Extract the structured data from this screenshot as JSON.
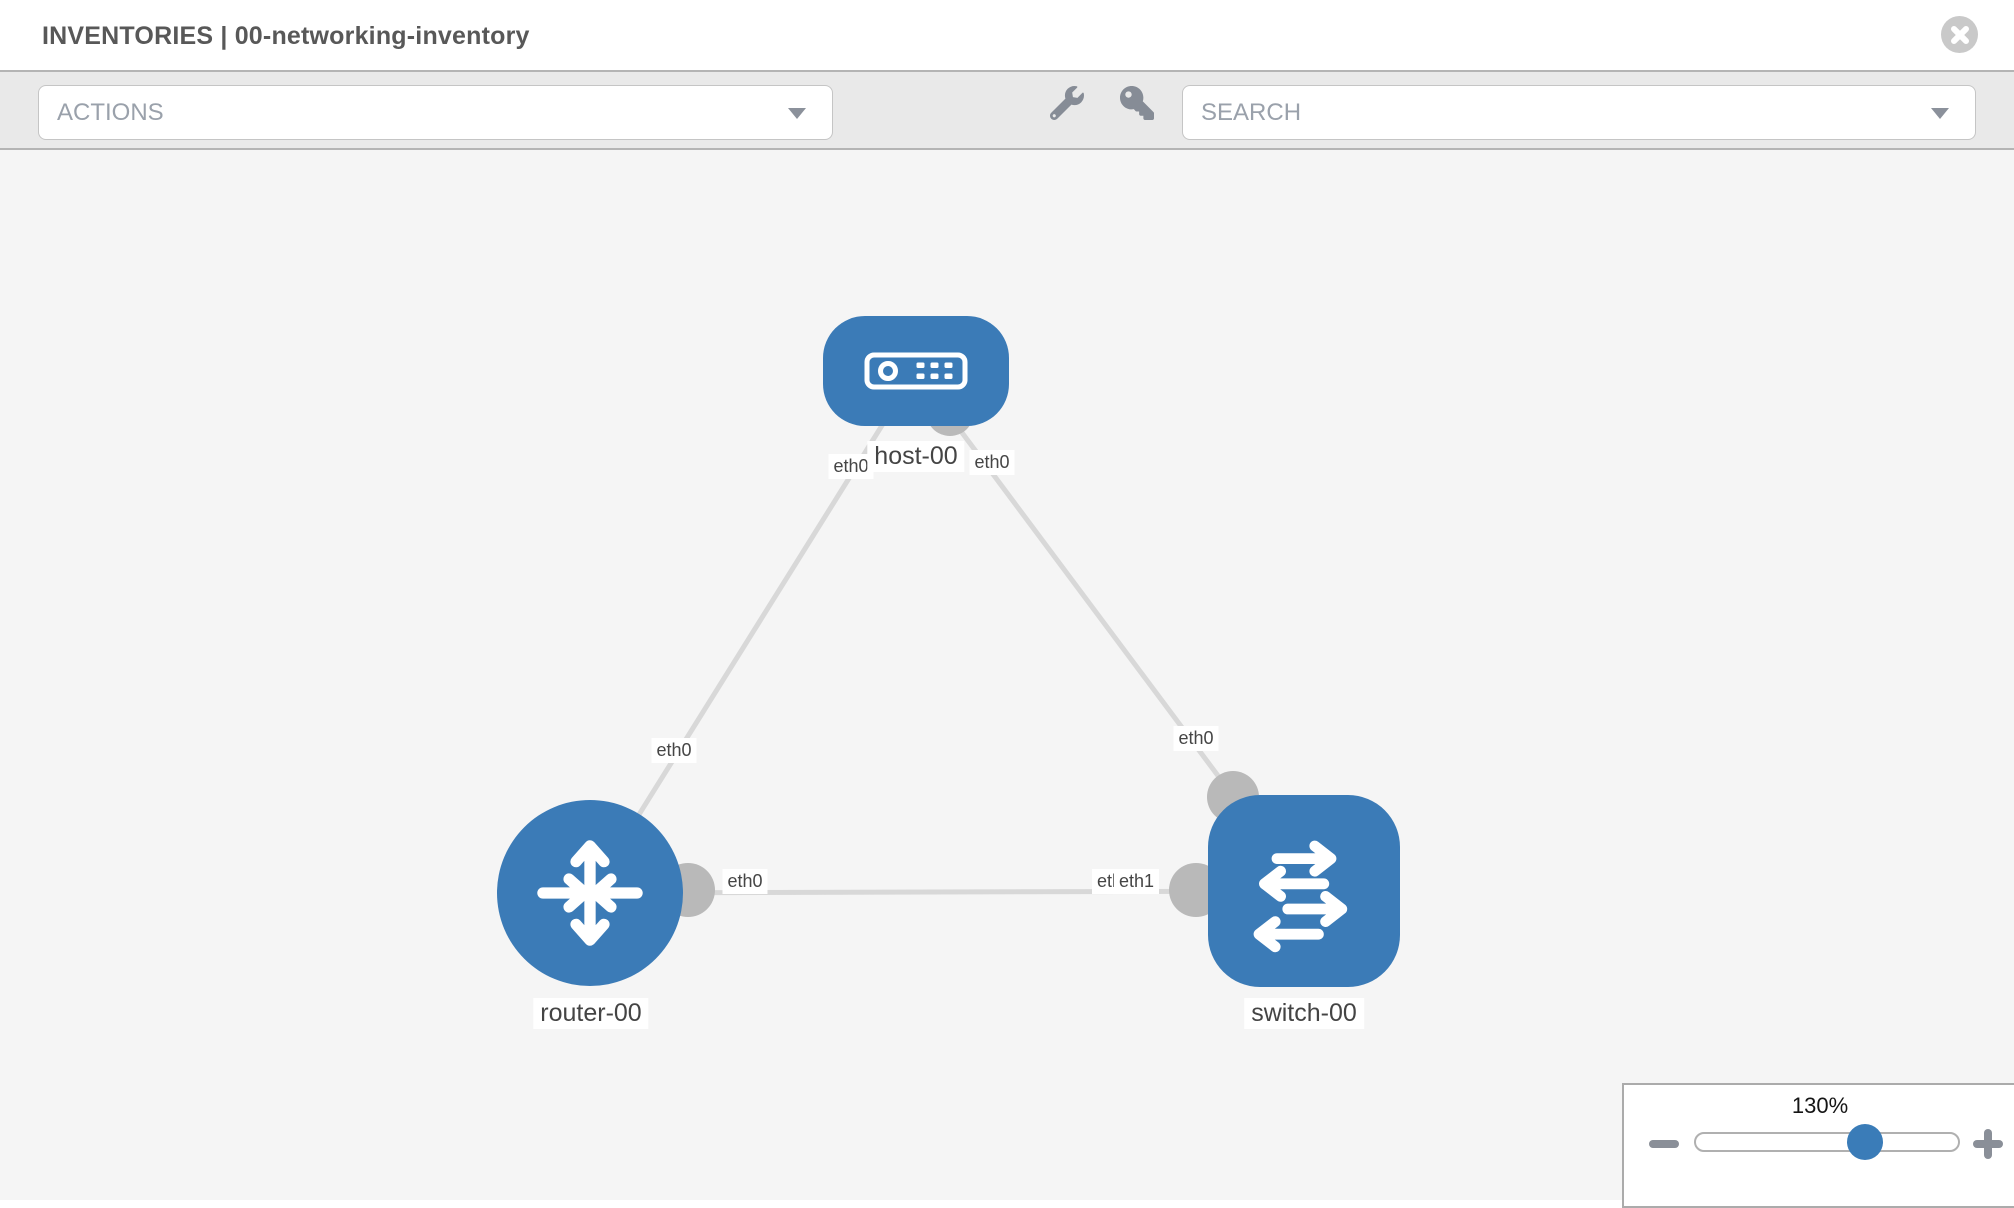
{
  "header": {
    "title": "INVENTORIES | 00-networking-inventory"
  },
  "toolbar": {
    "actions_placeholder": "ACTIONS",
    "search_placeholder": "SEARCH"
  },
  "icons": {
    "close": "close-icon",
    "actions_dropdown": "chevron-down-icon",
    "search_dropdown": "chevron-down-icon",
    "tools": "wrench-icon",
    "credentials": "key-icon",
    "host": "host-icon",
    "router": "router-icon",
    "switch": "switch-icon",
    "zoom_out": "minus-icon",
    "zoom_in": "plus-icon"
  },
  "diagram": {
    "nodes": [
      {
        "name": "host-00",
        "type": "host"
      },
      {
        "name": "router-00",
        "type": "router"
      },
      {
        "name": "switch-00",
        "type": "switch"
      }
    ],
    "links": [
      {
        "from": "host-00",
        "from_interface": "eth0",
        "to": "router-00",
        "to_interface": "eth0"
      },
      {
        "from": "host-00",
        "from_interface": "eth0",
        "to": "switch-00",
        "to_interface": "eth0"
      },
      {
        "from": "router-00",
        "from_interface": "eth0",
        "to": "switch-00",
        "to_interface": "eth1"
      }
    ],
    "overlapping_interface_label": "eth1"
  },
  "zoom_control": {
    "level": "130%",
    "percent": 130
  },
  "colors": {
    "node_blue": "#3b7bb7",
    "link_gray": "#d8d8d8",
    "connector_gray": "#b9b9b9",
    "canvas_bg": "#f5f5f5",
    "toolbar_bg": "#e9e9e9",
    "slider_handle_blue": "#3a7cb8",
    "icon_gray": "#868c96"
  }
}
